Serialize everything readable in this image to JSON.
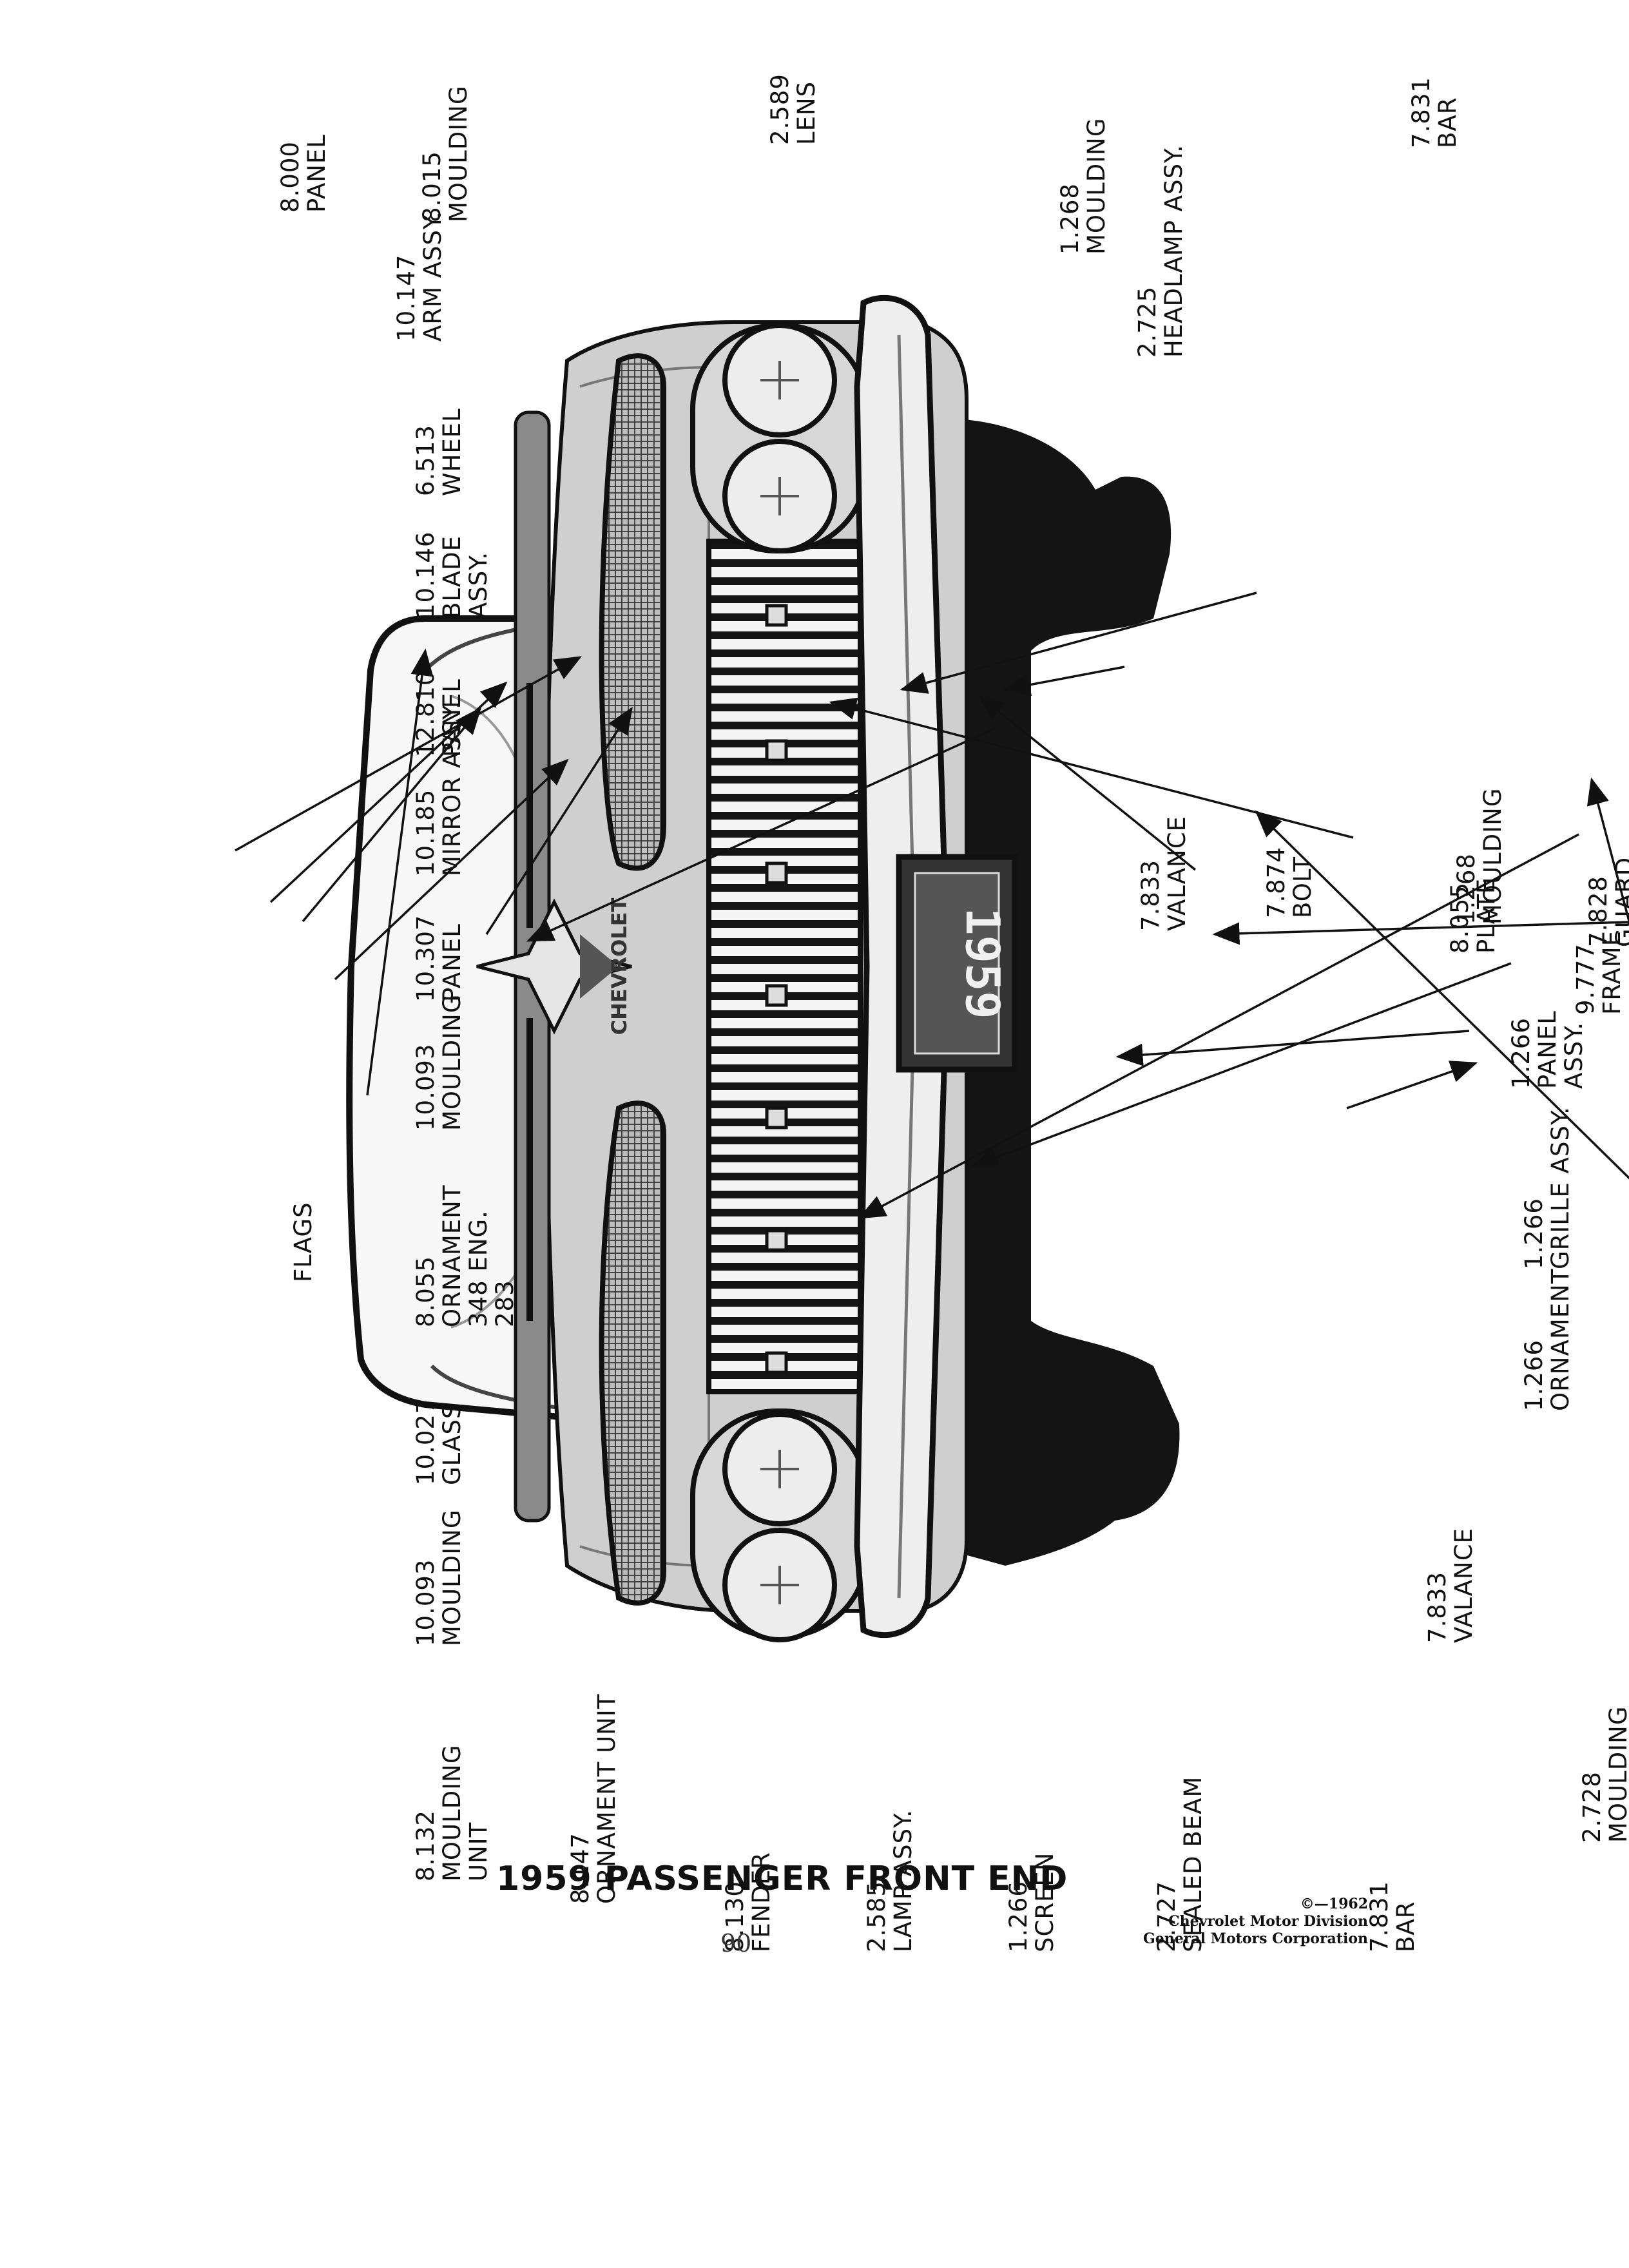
{
  "callouts": [
    {
      "lines": [
        "8.000",
        "PANEL"
      ]
    },
    {
      "lines": [
        "10.147",
        "ARM ASSY."
      ]
    },
    {
      "lines": [
        "6.513",
        "WHEEL"
      ]
    },
    {
      "lines": [
        "10.146",
        "BLADE",
        "ASSY."
      ]
    },
    {
      "lines": [
        "12.810",
        "PANEL"
      ]
    },
    {
      "lines": [
        "10.185",
        "MIRROR ASSY."
      ]
    },
    {
      "lines": [
        "10.307",
        "PANEL"
      ]
    },
    {
      "lines": [
        "10.093",
        "MOULDING"
      ]
    },
    {
      "lines": [
        "8.055",
        "ORNAMENT",
        "348 ENG.",
        "283"
      ]
    },
    {
      "lines": [
        "FLAGS"
      ]
    },
    {
      "lines": [
        "10.027",
        "GLASS"
      ]
    },
    {
      "lines": [
        "10.093",
        "MOULDING"
      ]
    },
    {
      "lines": [
        "8.132",
        "MOULDING",
        "UNIT"
      ]
    },
    {
      "lines": [
        "8.015",
        "MOULDING"
      ]
    },
    {
      "lines": [
        "8.147",
        "ORNAMENT UNIT"
      ]
    },
    {
      "lines": [
        "8.130",
        "FENDER"
      ]
    },
    {
      "lines": [
        "2.589",
        "LENS"
      ]
    },
    {
      "lines": [
        "2.585",
        "LAMP ASSY."
      ]
    },
    {
      "lines": [
        "1.268",
        "MOULDING"
      ]
    },
    {
      "lines": [
        "1.266",
        "SCREEN"
      ]
    },
    {
      "lines": [
        "2.725",
        "HEADLAMP ASSY."
      ]
    },
    {
      "lines": [
        "2.727",
        "SEALED BEAM"
      ]
    },
    {
      "lines": [
        "7.831",
        "BAR"
      ]
    },
    {
      "lines": [
        "7.831",
        "BAR"
      ]
    },
    {
      "lines": [
        "7.833",
        "VALANCE"
      ]
    },
    {
      "lines": [
        "7.874",
        "BOLT"
      ]
    },
    {
      "lines": [
        "1.268",
        "MOULDING"
      ]
    },
    {
      "lines": [
        "8.055",
        "PLATE"
      ]
    },
    {
      "lines": [
        "7.828",
        "GUARD"
      ]
    },
    {
      "lines": [
        "9.777",
        "FRAME"
      ]
    },
    {
      "lines": [
        "1.266",
        "PANEL",
        "ASSY."
      ]
    },
    {
      "lines": [
        "1.266",
        "GRILLE ASSY."
      ]
    },
    {
      "lines": [
        "1.266",
        "ORNAMENT"
      ]
    },
    {
      "lines": [
        "7.833",
        "VALANCE"
      ]
    },
    {
      "lines": [
        "2.728",
        "MOULDING"
      ]
    }
  ],
  "title": "1959 PASSENGER FRONT END",
  "page_number": "90",
  "copyright": [
    "©—1962",
    "Chevrolet Motor Division",
    "General Motors Corporation"
  ],
  "plate_text": "1959",
  "emblem_text": "CHEVROLET"
}
